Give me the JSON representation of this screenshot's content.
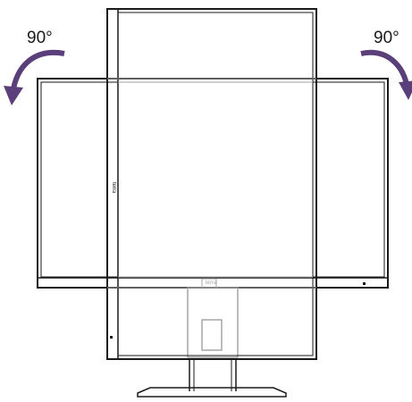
{
  "rotation": {
    "left_label": "90°",
    "right_label": "90°",
    "arrow_color": "#5b3f7a"
  },
  "brand": {
    "logo_text": "terra"
  },
  "colors": {
    "outline": "#1a1a1a",
    "ghost": "#a6a6a6",
    "background": "#ffffff"
  }
}
